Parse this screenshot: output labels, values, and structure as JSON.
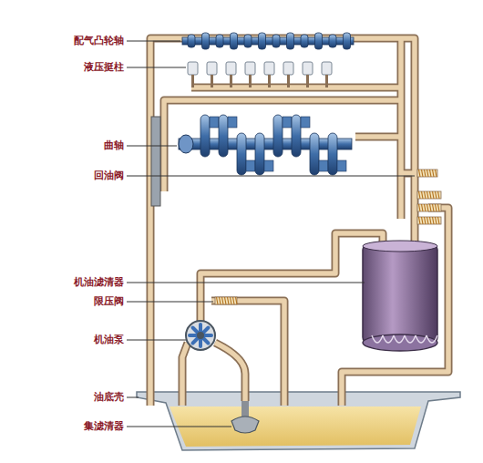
{
  "diagram": {
    "labels": [
      "配气凸轮轴",
      "液压挺柱",
      "曲轴",
      "回油阀",
      "机油滤清器",
      "限压阀",
      "机油泵",
      "油底壳",
      "集滤清器"
    ]
  }
}
